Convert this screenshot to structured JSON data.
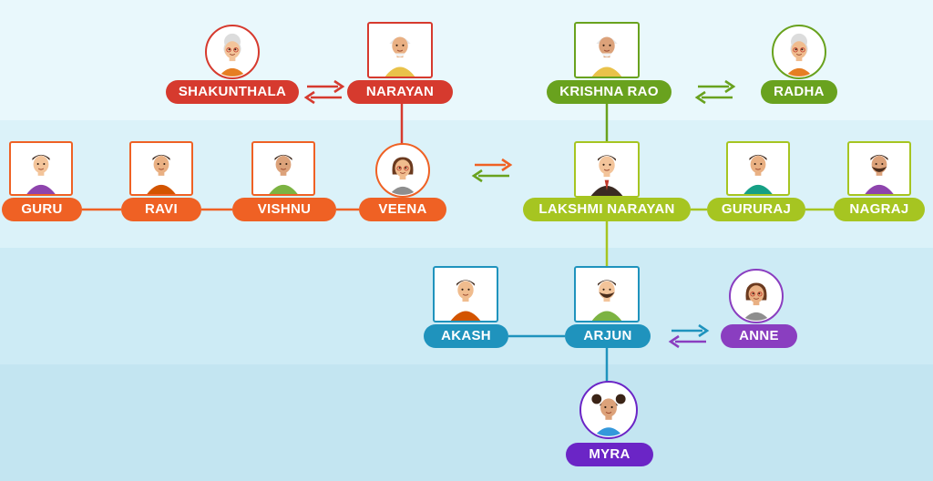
{
  "colors": {
    "red": "#d63a2e",
    "orange": "#ef6124",
    "green_dark": "#69a21e",
    "green_light": "#a6c521",
    "teal": "#1f93bd",
    "purple": "#8a3ec0",
    "purple_dark": "#6b25c6",
    "band_light": "#e9f8fc",
    "band_mid": "#dbf2f9",
    "band_deep": "#cdebf5"
  },
  "members": {
    "shakunthala": {
      "name": "SHAKUNTHALA",
      "avatar_icon": "grandmother-icon"
    },
    "narayan": {
      "name": "NARAYAN",
      "avatar_icon": "grandfather-icon"
    },
    "krishna_rao": {
      "name": "KRISHNA RAO",
      "avatar_icon": "grandfather-icon"
    },
    "radha": {
      "name": "RADHA",
      "avatar_icon": "grandmother-icon"
    },
    "guru": {
      "name": "GURU",
      "avatar_icon": "man-icon"
    },
    "ravi": {
      "name": "RAVI",
      "avatar_icon": "man-icon"
    },
    "vishnu": {
      "name": "VISHNU",
      "avatar_icon": "man-icon"
    },
    "veena": {
      "name": "VEENA",
      "avatar_icon": "woman-icon"
    },
    "lakshmi_narayan": {
      "name": "LAKSHMI NARAYAN",
      "avatar_icon": "man-suit-icon"
    },
    "gururaj": {
      "name": "GURURAJ",
      "avatar_icon": "man-icon"
    },
    "nagraj": {
      "name": "NAGRAJ",
      "avatar_icon": "bearded-man-icon"
    },
    "akash": {
      "name": "AKASH",
      "avatar_icon": "man-icon"
    },
    "arjun": {
      "name": "ARJUN",
      "avatar_icon": "bearded-man-icon"
    },
    "anne": {
      "name": "ANNE",
      "avatar_icon": "woman-icon"
    },
    "myra": {
      "name": "MYRA",
      "avatar_icon": "girl-icon"
    }
  },
  "relations": {
    "marriages": [
      [
        "shakunthala",
        "narayan"
      ],
      [
        "krishna_rao",
        "radha"
      ],
      [
        "veena",
        "lakshmi_narayan"
      ],
      [
        "arjun",
        "anne"
      ]
    ],
    "siblings": [
      [
        "guru",
        "ravi",
        "vishnu",
        "veena"
      ],
      [
        "lakshmi_narayan",
        "gururaj",
        "nagraj"
      ],
      [
        "akash",
        "arjun"
      ]
    ],
    "parent_child": [
      [
        "narayan",
        "veena"
      ],
      [
        "krishna_rao",
        "lakshmi_narayan"
      ],
      [
        "lakshmi_narayan",
        "arjun"
      ],
      [
        "arjun",
        "myra"
      ]
    ]
  }
}
